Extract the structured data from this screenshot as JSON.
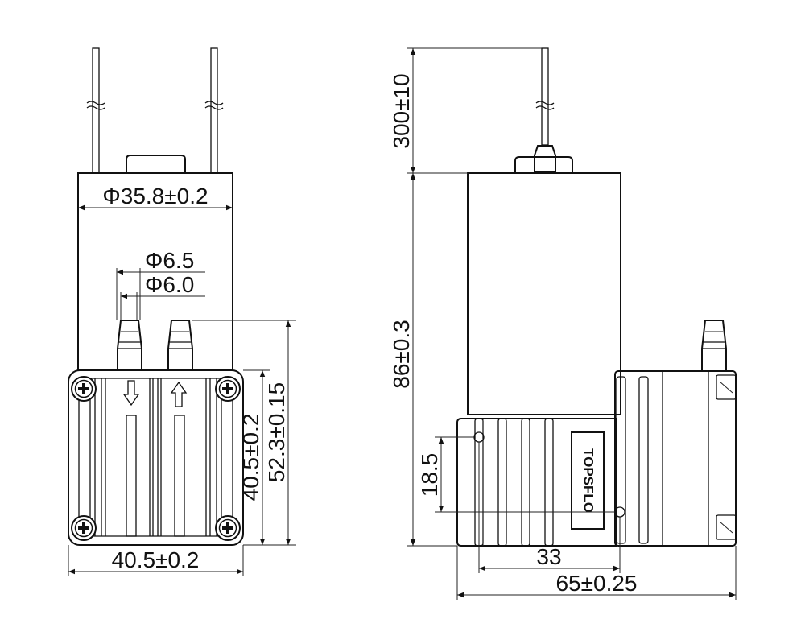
{
  "dimensions": {
    "phi_body": "Φ35.8±0.2",
    "phi_65": "Φ6.5",
    "phi_60": "Φ6.0",
    "height_523": "52.3±0.15",
    "height_405": "40.5±0.2",
    "width_405": "40.5±0.2",
    "lead_length": "300±10",
    "total_height": "86±0.3",
    "mount_185": "18.5",
    "spacing_33": "33",
    "total_length": "65±0.25"
  },
  "brand": {
    "logo_text": "TOPSFLO"
  },
  "icons": {
    "inlet": "arrow-down-icon",
    "outlet": "arrow-up-icon",
    "screws": "phillips-screw-icon"
  }
}
